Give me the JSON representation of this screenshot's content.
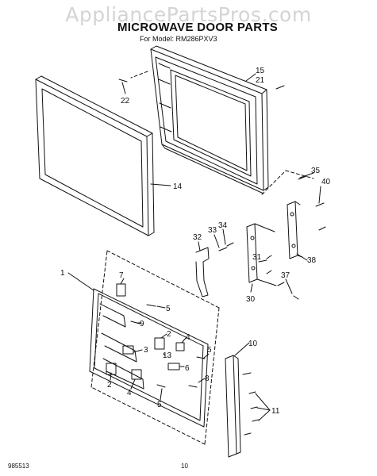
{
  "watermark": "AppliancePartsPros.com",
  "title": "MICROWAVE DOOR PARTS",
  "subtitle": "For Model: RM286PXV3",
  "footer": {
    "code": "985513",
    "page": "10"
  },
  "callouts": [
    "15",
    "21",
    "22",
    "14",
    "35",
    "40",
    "34",
    "33",
    "32",
    "31",
    "37",
    "38",
    "30",
    "1",
    "7",
    "5",
    "9",
    "2",
    "4",
    "3",
    "13",
    "6",
    "8",
    "10",
    "11",
    "5",
    "2",
    "4",
    "5"
  ]
}
